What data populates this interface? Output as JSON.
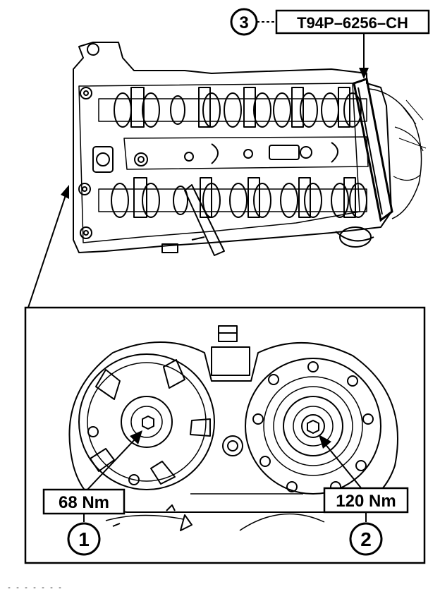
{
  "callouts": {
    "top_number": "3",
    "tool_code": "T94P–6256–CH",
    "left_torque": "68 Nm",
    "right_torque": "120 Nm",
    "left_number": "1",
    "right_number": "2"
  },
  "footer_marks": "- - - - - -  -"
}
